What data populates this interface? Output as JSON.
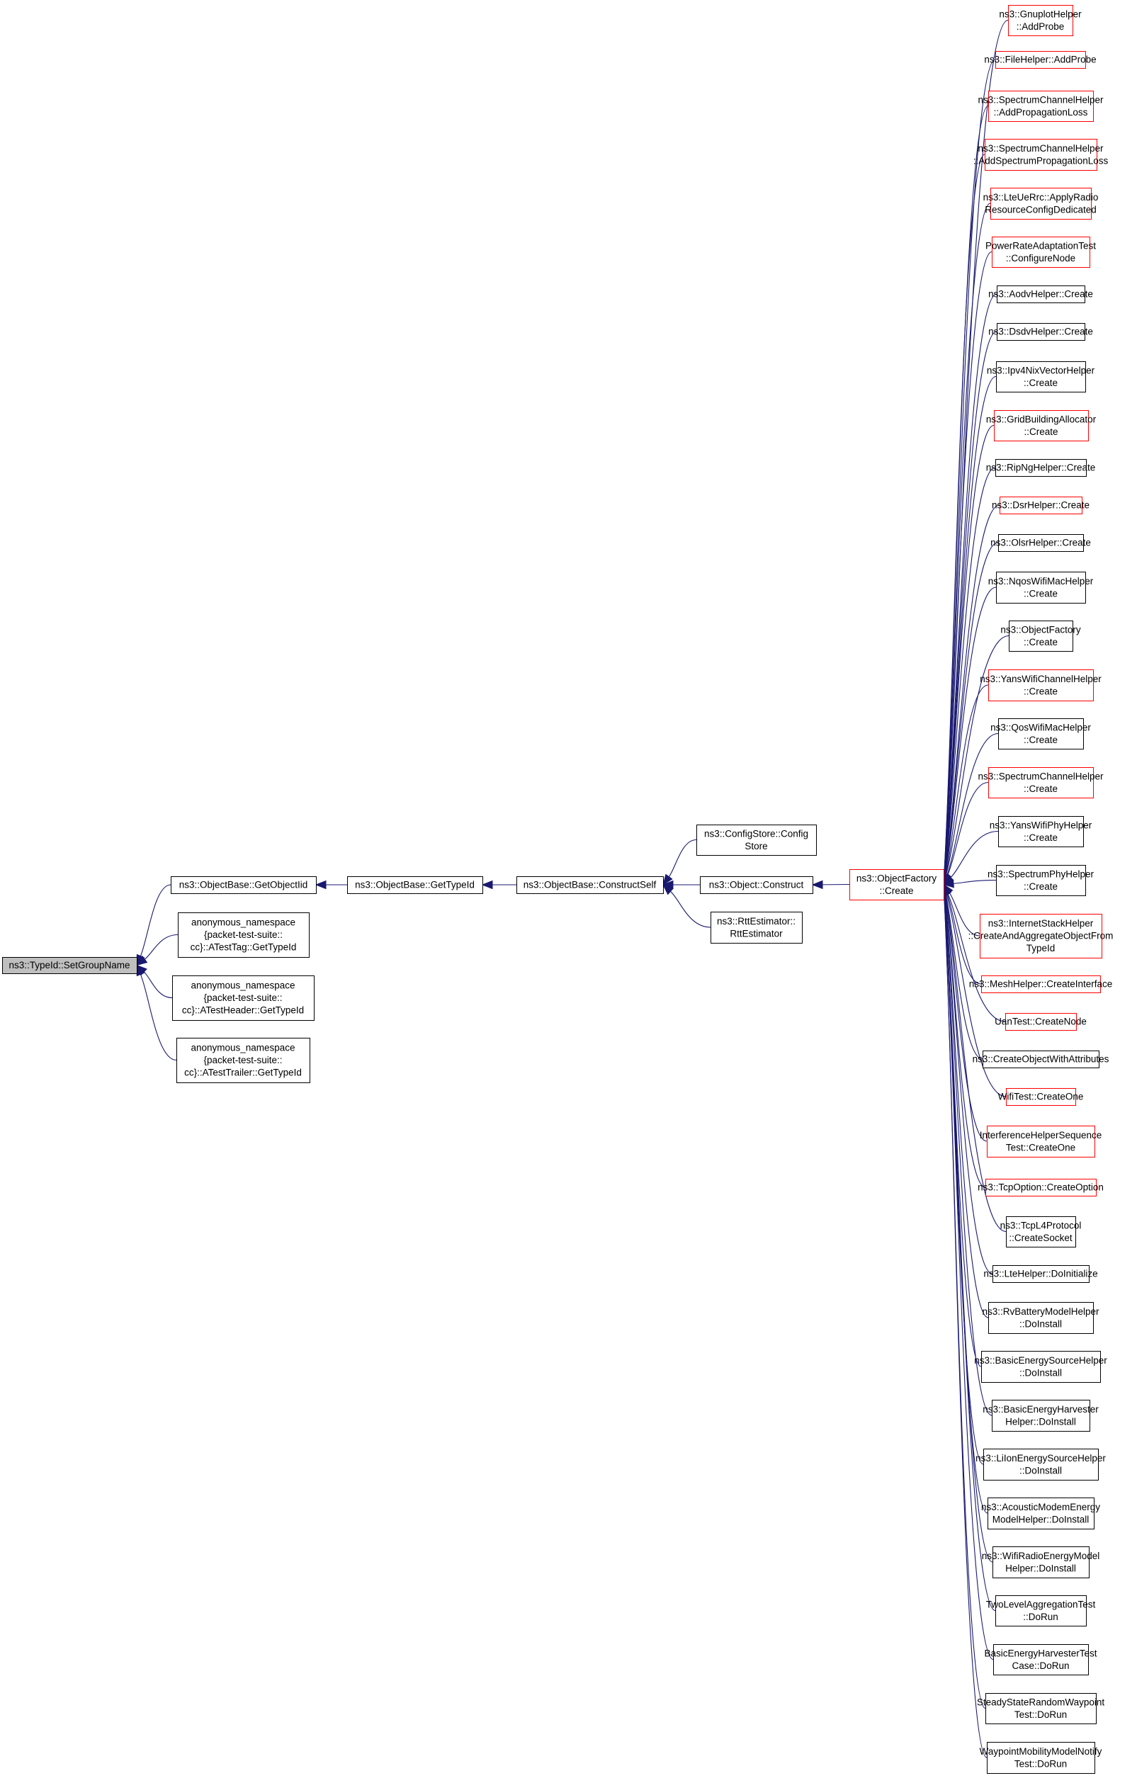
{
  "colors": {
    "edge": "#191970",
    "border_normal": "#000000",
    "border_truncated": "#ff0000",
    "fill_focus": "#bfbfbf",
    "fill_node": "#ffffff"
  },
  "nodes": [
    {
      "id": "n0",
      "lines": [
        "ns3::TypeId::SetGroupName"
      ],
      "style": "focus"
    },
    {
      "id": "n1",
      "lines": [
        "ns3::ObjectBase::GetObjectIid"
      ],
      "style": "normal"
    },
    {
      "id": "n2",
      "lines": [
        "anonymous_namespace",
        "{packet-test-suite::",
        "cc}::ATestTag::GetTypeId"
      ],
      "style": "normal"
    },
    {
      "id": "n3",
      "lines": [
        "anonymous_namespace",
        "{packet-test-suite::",
        "cc}::ATestHeader::GetTypeId"
      ],
      "style": "normal"
    },
    {
      "id": "n4",
      "lines": [
        "anonymous_namespace",
        "{packet-test-suite::",
        "cc}::ATestTrailer::GetTypeId"
      ],
      "style": "normal"
    },
    {
      "id": "n5",
      "lines": [
        "ns3::ObjectBase::GetTypeId"
      ],
      "style": "normal"
    },
    {
      "id": "n6",
      "lines": [
        "ns3::ObjectBase::ConstructSelf"
      ],
      "style": "normal"
    },
    {
      "id": "n7",
      "lines": [
        "ns3::ConfigStore::Config",
        "Store"
      ],
      "style": "normal"
    },
    {
      "id": "n8",
      "lines": [
        "ns3::Object::Construct"
      ],
      "style": "normal"
    },
    {
      "id": "n9",
      "lines": [
        "ns3::RttEstimator::",
        "RttEstimator"
      ],
      "style": "normal"
    },
    {
      "id": "n10",
      "lines": [
        "ns3::ObjectFactory",
        "::Create"
      ],
      "style": "truncated"
    },
    {
      "id": "r0",
      "lines": [
        "ns3::GnuplotHelper",
        "::AddProbe"
      ],
      "style": "truncated"
    },
    {
      "id": "r1",
      "lines": [
        "ns3::FileHelper::AddProbe"
      ],
      "style": "truncated"
    },
    {
      "id": "r2",
      "lines": [
        "ns3::SpectrumChannelHelper",
        "::AddPropagationLoss"
      ],
      "style": "truncated"
    },
    {
      "id": "r3",
      "lines": [
        "ns3::SpectrumChannelHelper",
        "::AddSpectrumPropagationLoss"
      ],
      "style": "truncated"
    },
    {
      "id": "r4",
      "lines": [
        "ns3::LteUeRrc::ApplyRadio",
        "ResourceConfigDedicated"
      ],
      "style": "truncated"
    },
    {
      "id": "r5",
      "lines": [
        "PowerRateAdaptationTest",
        "::ConfigureNode"
      ],
      "style": "truncated"
    },
    {
      "id": "r6",
      "lines": [
        "ns3::AodvHelper::Create"
      ],
      "style": "normal"
    },
    {
      "id": "r7",
      "lines": [
        "ns3::DsdvHelper::Create"
      ],
      "style": "normal"
    },
    {
      "id": "r8",
      "lines": [
        "ns3::Ipv4NixVectorHelper",
        "::Create"
      ],
      "style": "normal"
    },
    {
      "id": "r9",
      "lines": [
        "ns3::GridBuildingAllocator",
        "::Create"
      ],
      "style": "truncated"
    },
    {
      "id": "r10",
      "lines": [
        "ns3::RipNgHelper::Create"
      ],
      "style": "normal"
    },
    {
      "id": "r11",
      "lines": [
        "ns3::DsrHelper::Create"
      ],
      "style": "truncated"
    },
    {
      "id": "r12",
      "lines": [
        "ns3::OlsrHelper::Create"
      ],
      "style": "normal"
    },
    {
      "id": "r13",
      "lines": [
        "ns3::NqosWifiMacHelper",
        "::Create"
      ],
      "style": "normal"
    },
    {
      "id": "r14",
      "lines": [
        "ns3::ObjectFactory",
        "::Create"
      ],
      "style": "normal"
    },
    {
      "id": "r15",
      "lines": [
        "ns3::YansWifiChannelHelper",
        "::Create"
      ],
      "style": "truncated"
    },
    {
      "id": "r16",
      "lines": [
        "ns3::QosWifiMacHelper",
        "::Create"
      ],
      "style": "normal"
    },
    {
      "id": "r17",
      "lines": [
        "ns3::SpectrumChannelHelper",
        "::Create"
      ],
      "style": "truncated"
    },
    {
      "id": "r18",
      "lines": [
        "ns3::YansWifiPhyHelper",
        "::Create"
      ],
      "style": "normal"
    },
    {
      "id": "r19",
      "lines": [
        "ns3::SpectrumPhyHelper",
        "::Create"
      ],
      "style": "normal"
    },
    {
      "id": "r20",
      "lines": [
        "ns3::InternetStackHelper",
        "::CreateAndAggregateObjectFrom",
        "TypeId"
      ],
      "style": "truncated"
    },
    {
      "id": "r21",
      "lines": [
        "ns3::MeshHelper::CreateInterface"
      ],
      "style": "truncated"
    },
    {
      "id": "r22",
      "lines": [
        "UanTest::CreateNode"
      ],
      "style": "truncated"
    },
    {
      "id": "r23",
      "lines": [
        "ns3::CreateObjectWithAttributes"
      ],
      "style": "normal"
    },
    {
      "id": "r24",
      "lines": [
        "WifiTest::CreateOne"
      ],
      "style": "truncated"
    },
    {
      "id": "r25",
      "lines": [
        "InterferenceHelperSequence",
        "Test::CreateOne"
      ],
      "style": "truncated"
    },
    {
      "id": "r26",
      "lines": [
        "ns3::TcpOption::CreateOption"
      ],
      "style": "truncated"
    },
    {
      "id": "r27",
      "lines": [
        "ns3::TcpL4Protocol",
        "::CreateSocket"
      ],
      "style": "normal"
    },
    {
      "id": "r28",
      "lines": [
        "ns3::LteHelper::DoInitialize"
      ],
      "style": "normal"
    },
    {
      "id": "r29",
      "lines": [
        "ns3::RvBatteryModelHelper",
        "::DoInstall"
      ],
      "style": "normal"
    },
    {
      "id": "r30",
      "lines": [
        "ns3::BasicEnergySourceHelper",
        "::DoInstall"
      ],
      "style": "normal"
    },
    {
      "id": "r31",
      "lines": [
        "ns3::BasicEnergyHarvester",
        "Helper::DoInstall"
      ],
      "style": "normal"
    },
    {
      "id": "r32",
      "lines": [
        "ns3::LiIonEnergySourceHelper",
        "::DoInstall"
      ],
      "style": "normal"
    },
    {
      "id": "r33",
      "lines": [
        "ns3::AcousticModemEnergy",
        "ModelHelper::DoInstall"
      ],
      "style": "normal"
    },
    {
      "id": "r34",
      "lines": [
        "ns3::WifiRadioEnergyModel",
        "Helper::DoInstall"
      ],
      "style": "normal"
    },
    {
      "id": "r35",
      "lines": [
        "TwoLevelAggregationTest",
        "::DoRun"
      ],
      "style": "normal"
    },
    {
      "id": "r36",
      "lines": [
        "BasicEnergyHarvesterTest",
        "Case::DoRun"
      ],
      "style": "normal"
    },
    {
      "id": "r37",
      "lines": [
        "SteadyStateRandomWaypoint",
        "Test::DoRun"
      ],
      "style": "normal"
    },
    {
      "id": "r38",
      "lines": [
        "WaypointMobilityModelNotify",
        "Test::DoRun"
      ],
      "style": "normal"
    }
  ],
  "edges": [
    [
      "n0",
      "n1"
    ],
    [
      "n0",
      "n2"
    ],
    [
      "n0",
      "n3"
    ],
    [
      "n0",
      "n4"
    ],
    [
      "n1",
      "n5"
    ],
    [
      "n5",
      "n6"
    ],
    [
      "n6",
      "n7"
    ],
    [
      "n6",
      "n8"
    ],
    [
      "n6",
      "n9"
    ],
    [
      "n8",
      "n10"
    ],
    [
      "n10",
      "r0"
    ],
    [
      "n10",
      "r1"
    ],
    [
      "n10",
      "r2"
    ],
    [
      "n10",
      "r3"
    ],
    [
      "n10",
      "r4"
    ],
    [
      "n10",
      "r5"
    ],
    [
      "n10",
      "r6"
    ],
    [
      "n10",
      "r7"
    ],
    [
      "n10",
      "r8"
    ],
    [
      "n10",
      "r9"
    ],
    [
      "n10",
      "r10"
    ],
    [
      "n10",
      "r11"
    ],
    [
      "n10",
      "r12"
    ],
    [
      "n10",
      "r13"
    ],
    [
      "n10",
      "r14"
    ],
    [
      "n10",
      "r15"
    ],
    [
      "n10",
      "r16"
    ],
    [
      "n10",
      "r17"
    ],
    [
      "n10",
      "r18"
    ],
    [
      "n10",
      "r19"
    ],
    [
      "n10",
      "r20"
    ],
    [
      "n10",
      "r21"
    ],
    [
      "n10",
      "r22"
    ],
    [
      "n10",
      "r23"
    ],
    [
      "n10",
      "r24"
    ],
    [
      "n10",
      "r25"
    ],
    [
      "n10",
      "r26"
    ],
    [
      "n10",
      "r27"
    ],
    [
      "n10",
      "r28"
    ],
    [
      "n10",
      "r29"
    ],
    [
      "n10",
      "r30"
    ],
    [
      "n10",
      "r31"
    ],
    [
      "n10",
      "r32"
    ],
    [
      "n10",
      "r33"
    ],
    [
      "n10",
      "r34"
    ],
    [
      "n10",
      "r35"
    ],
    [
      "n10",
      "r36"
    ],
    [
      "n10",
      "r37"
    ],
    [
      "n10",
      "r38"
    ]
  ]
}
